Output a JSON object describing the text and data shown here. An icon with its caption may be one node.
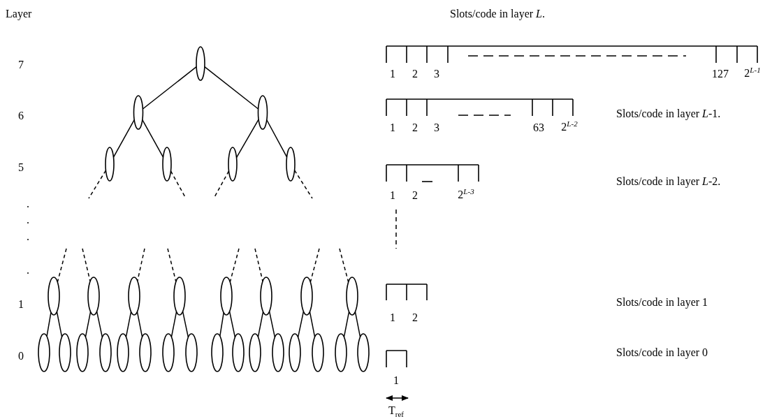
{
  "diagram": {
    "nodes": [
      {
        "text": [],
        "shape": "ellipse"
      },
      {
        "text": [],
        "shape": "ellipse"
      },
      {
        "text": [],
        "shape": "ellipse"
      },
      {
        "text": [],
        "shape": "ellipse"
      },
      {
        "text": [],
        "shape": "ellipse"
      },
      {
        "text": [],
        "shape": "ellipse"
      },
      {
        "text": [],
        "shape": "ellipse"
      },
      {
        "text": [],
        "shape": "ellipse"
      },
      {
        "text": [],
        "shape": "ellipse"
      },
      {
        "text": [],
        "shape": "ellipse"
      },
      {
        "text": [],
        "shape": "ellipse"
      },
      {
        "text": [],
        "shape": "ellipse"
      },
      {
        "text": [],
        "shape": "ellipse"
      },
      {
        "text": [],
        "shape": "ellipse"
      },
      {
        "text": [],
        "shape": "ellipse"
      },
      {
        "text": [],
        "shape": "ellipse"
      },
      {
        "text": [],
        "shape": "ellipse"
      },
      {
        "text": [],
        "shape": "ellipse"
      },
      {
        "text": [],
        "shape": "ellipse"
      },
      {
        "text": [],
        "shape": "ellipse"
      },
      {
        "text": [],
        "shape": "ellipse"
      },
      {
        "text": [],
        "shape": "ellipse"
      },
      {
        "text": [],
        "shape": "ellipse"
      },
      {
        "text": [],
        "shape": "ellipse"
      },
      {
        "text": [],
        "shape": "ellipse"
      },
      {
        "text": [],
        "shape": "ellipse"
      },
      {
        "text": [],
        "shape": "ellipse"
      },
      {
        "text": [],
        "shape": "ellipse"
      },
      {
        "text": [],
        "shape": "ellipse"
      },
      {
        "text": [],
        "shape": "ellipse"
      },
      {
        "text": [],
        "shape": "ellipse"
      }
    ],
    "edges": [
      {
        "from": 0,
        "to": 1,
        "arrow": "none"
      },
      {
        "from": 0,
        "to": 2,
        "arrow": "none"
      },
      {
        "from": 1,
        "to": 3,
        "arrow": "none"
      },
      {
        "from": 1,
        "to": 4,
        "arrow": "none"
      },
      {
        "from": 2,
        "to": 5,
        "arrow": "none"
      },
      {
        "from": 2,
        "to": 6,
        "arrow": "none"
      },
      {
        "from": 7,
        "to": 15,
        "arrow": "none"
      },
      {
        "from": 7,
        "to": 16,
        "arrow": "none"
      },
      {
        "from": 8,
        "to": 17,
        "arrow": "none"
      },
      {
        "from": 8,
        "to": 18,
        "arrow": "none"
      },
      {
        "from": 9,
        "to": 19,
        "arrow": "none"
      },
      {
        "from": 9,
        "to": 20,
        "arrow": "none"
      },
      {
        "from": 10,
        "to": 21,
        "arrow": "none"
      },
      {
        "from": 10,
        "to": 22,
        "arrow": "none"
      },
      {
        "from": 11,
        "to": 23,
        "arrow": "none"
      },
      {
        "from": 11,
        "to": 24,
        "arrow": "none"
      },
      {
        "from": 12,
        "to": 25,
        "arrow": "none"
      },
      {
        "from": 12,
        "to": 26,
        "arrow": "none"
      },
      {
        "from": 13,
        "to": 27,
        "arrow": "none"
      },
      {
        "from": 13,
        "to": 28,
        "arrow": "none"
      },
      {
        "from": 14,
        "to": 29,
        "arrow": "none"
      },
      {
        "from": 14,
        "to": 30,
        "arrow": "none"
      },
      {
        "from": 3,
        "to": null,
        "arrow": "none",
        "style": "dashed"
      },
      {
        "from": 4,
        "to": null,
        "arrow": "none",
        "style": "dashed"
      },
      {
        "from": 5,
        "to": null,
        "arrow": "none",
        "style": "dashed"
      },
      {
        "from": 6,
        "to": null,
        "arrow": "none",
        "style": "dashed"
      },
      {
        "from": null,
        "to": 7,
        "arrow": "none",
        "style": "dashed"
      },
      {
        "from": null,
        "to": 8,
        "arrow": "none",
        "style": "dashed"
      },
      {
        "from": null,
        "to": 9,
        "arrow": "none",
        "style": "dashed"
      },
      {
        "from": null,
        "to": 10,
        "arrow": "none",
        "style": "dashed"
      },
      {
        "from": null,
        "to": 11,
        "arrow": "none",
        "style": "dashed"
      },
      {
        "from": null,
        "to": 12,
        "arrow": "none",
        "style": "dashed"
      },
      {
        "from": null,
        "to": 13,
        "arrow": "none",
        "style": "dashed"
      },
      {
        "from": null,
        "to": 14,
        "arrow": "none",
        "style": "dashed"
      }
    ],
    "labels": [
      "Layer",
      "Slots/code in layer  *L*.",
      "7",
      "1",
      "2",
      "3",
      "127",
      "2$^{L-1}$",
      "6",
      "1",
      "2",
      "3",
      "63",
      "2$^{L-2}$",
      "Slots/code in layer *L*-1.",
      "5",
      "1",
      "2",
      "2$^{L-3}$",
      "Slots/code in layer *L*-2.",
      ".",
      ".",
      ".",
      ".",
      "1",
      "1",
      "2",
      "Slots/code in layer 1",
      "0",
      "Slots/code in layer 0",
      "1",
      "T$_{ref}$"
    ]
  }
}
